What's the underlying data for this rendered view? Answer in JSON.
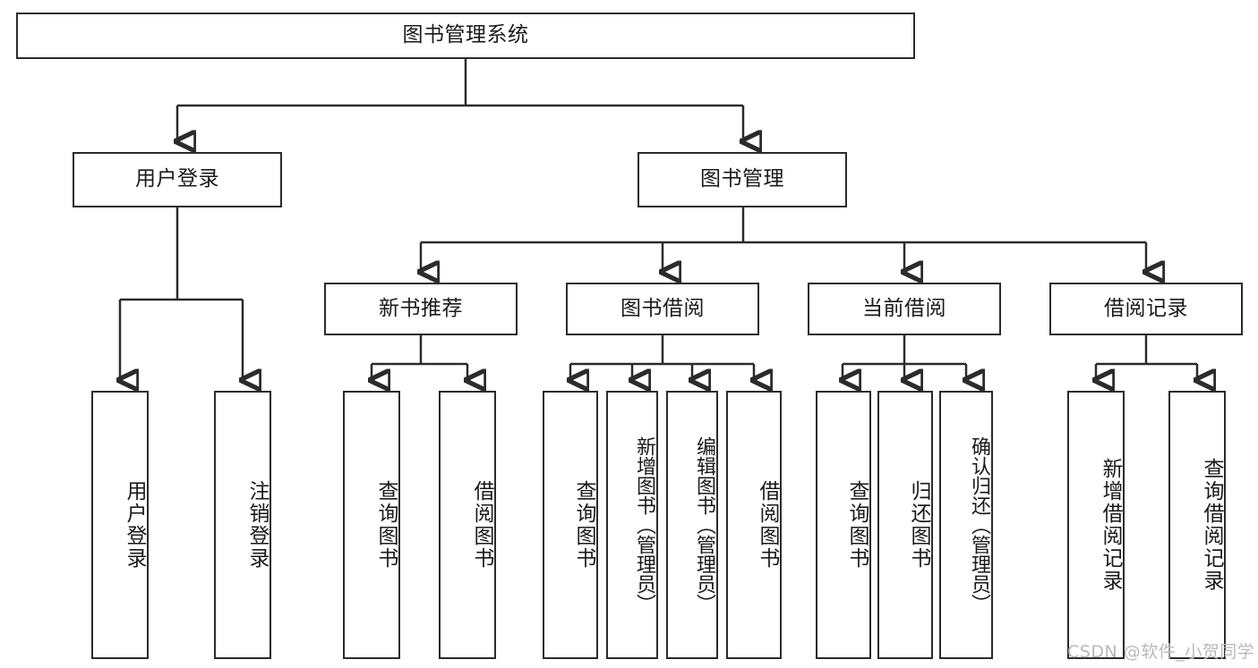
{
  "diagram": {
    "title": "图书管理系统",
    "type": "tree-hierarchy-diagram",
    "root": {
      "label": "图书管理系统"
    },
    "level2": [
      {
        "label": "用户登录"
      },
      {
        "label": "图书管理"
      }
    ],
    "level3": [
      {
        "label": "新书推荐"
      },
      {
        "label": "图书借阅"
      },
      {
        "label": "当前借阅"
      },
      {
        "label": "借阅记录"
      }
    ],
    "leaves": {
      "user_login": [
        {
          "label": "用户登录"
        },
        {
          "label": "注销登录"
        }
      ],
      "new_book_recommend": [
        {
          "label": "查询图书"
        },
        {
          "label": "借阅图书"
        }
      ],
      "book_borrow": [
        {
          "label": "查询图书"
        },
        {
          "label": "新增图书（管理员）"
        },
        {
          "label": "编辑图书（管理员）"
        },
        {
          "label": "借阅图书"
        }
      ],
      "current_borrow": [
        {
          "label": "查询图书"
        },
        {
          "label": "归还图书"
        },
        {
          "label": "确认归还（管理员）"
        }
      ],
      "borrow_record": [
        {
          "label": "新增借阅记录"
        },
        {
          "label": "查询借阅记录"
        }
      ]
    }
  },
  "watermark": {
    "text": "CSDN @软件_小贺同学"
  },
  "colors": {
    "stroke": "#2b2b2b",
    "text": "#1a1a1a",
    "background": "#ffffff",
    "watermark": "#b9b9b9"
  }
}
